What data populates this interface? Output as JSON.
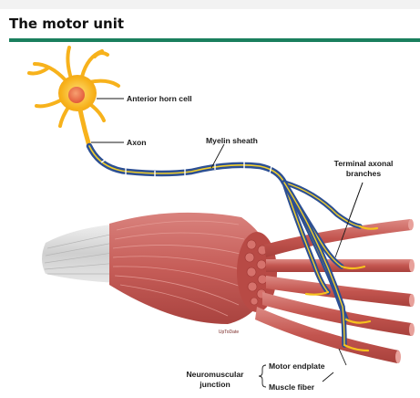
{
  "title": "The motor unit",
  "labels": {
    "anterior_horn_cell": "Anterior horn cell",
    "axon": "Axon",
    "myelin_sheath": "Myelin sheath",
    "terminal_axonal_line1": "Terminal axonal",
    "terminal_axonal_line2": "branches",
    "motor_endplate": "Motor endplate",
    "neuromuscular_line1": "Neuromuscular",
    "neuromuscular_line2": "junction",
    "muscle_fiber": "Muscle fiber",
    "watermark": "UpToDate"
  },
  "colors": {
    "accent_rule": "#1a7f5e",
    "neuron": "#f7b21c",
    "myelin": "#2c4f93",
    "axon_core": "#f2cf2a",
    "muscle": "#c85c58",
    "tendon": "#d8d8d8"
  }
}
